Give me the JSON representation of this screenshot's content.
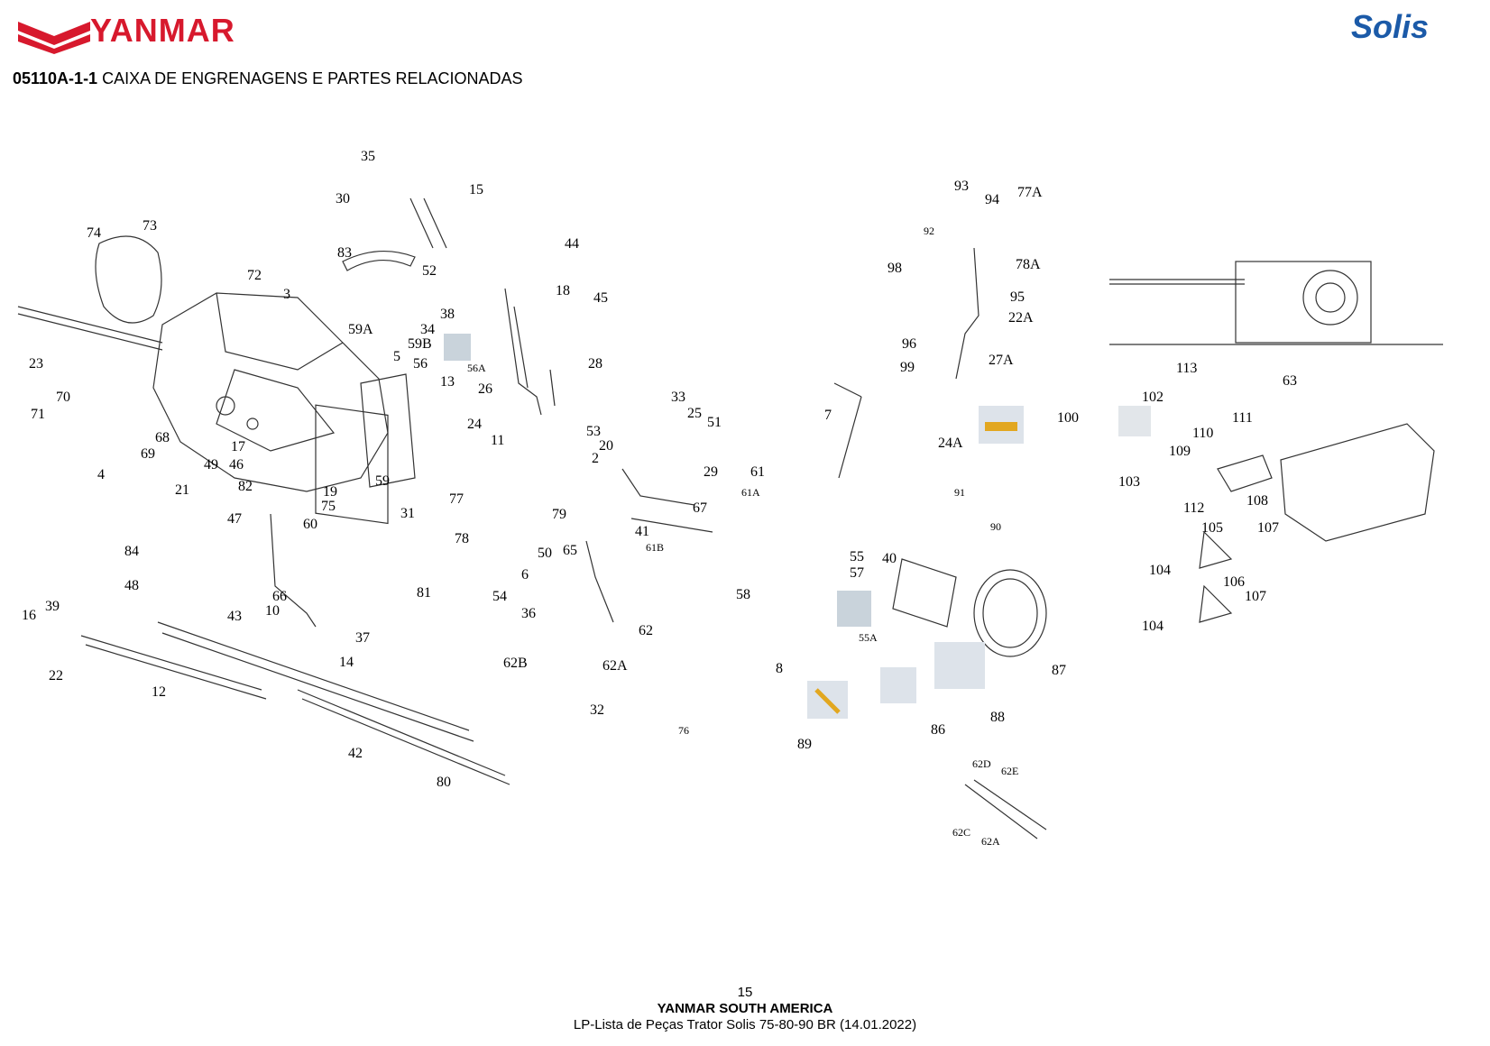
{
  "header": {
    "brand_left": "YANMAR",
    "brand_right": "Solis",
    "brand_colors": {
      "yanmar_red": "#d7192d",
      "solis_blue": "#1b5aa8"
    }
  },
  "title": {
    "code": "05110A-1-1",
    "text": " CAIXA DE ENGRENAGENS E PARTES RELACIONADAS"
  },
  "callouts": [
    "35",
    "30",
    "15",
    "74",
    "73",
    "83",
    "72",
    "52",
    "3",
    "38",
    "34",
    "59A",
    "59B",
    "23",
    "5",
    "56",
    "56A",
    "13",
    "70",
    "71",
    "68",
    "69",
    "17",
    "49",
    "46",
    "82",
    "19",
    "59",
    "4",
    "21",
    "75",
    "47",
    "60",
    "31",
    "81",
    "44",
    "18",
    "45",
    "28",
    "26",
    "53",
    "24",
    "11",
    "33",
    "25",
    "51",
    "20",
    "2",
    "29",
    "61",
    "61A",
    "67",
    "61B",
    "41",
    "77",
    "79",
    "78",
    "50",
    "65",
    "6",
    "54",
    "36",
    "62",
    "62B",
    "62A",
    "84",
    "48",
    "39",
    "16",
    "22",
    "43",
    "12",
    "66",
    "10",
    "37",
    "14",
    "42",
    "80",
    "32",
    "76",
    "7",
    "93",
    "94",
    "77A",
    "92",
    "98",
    "78A",
    "95",
    "22A",
    "96",
    "27A",
    "99",
    "24A",
    "100",
    "91",
    "90",
    "57",
    "55",
    "58",
    "8",
    "55A",
    "40",
    "87",
    "88",
    "86",
    "89",
    "62D",
    "62E",
    "62C",
    "113",
    "63",
    "102",
    "111",
    "110",
    "109",
    "103",
    "112",
    "108",
    "105",
    "107",
    "104",
    "106"
  ],
  "footer": {
    "page_number": "15",
    "company": "YANMAR SOUTH AMERICA",
    "subtitle": "LP-Lista de Peças Trator Solis 75-80-90 BR (14.01.2022)"
  }
}
